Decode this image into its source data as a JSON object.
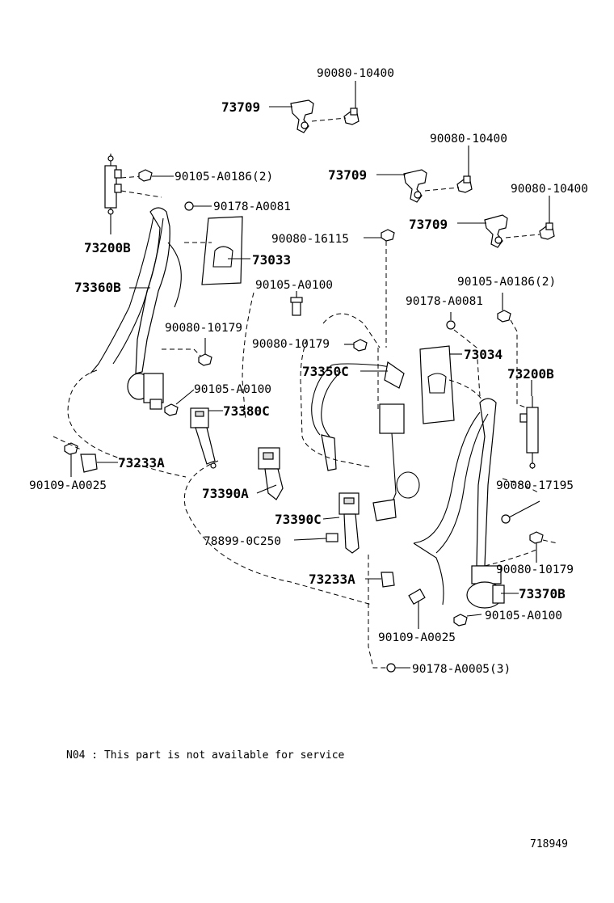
{
  "callouts": {
    "c1": "90080-10400",
    "c2": "73709",
    "c3": "90080-10400",
    "c4": "73709",
    "c5": "90080-10400",
    "c6": "73709",
    "c7": "90105-A0186(2)",
    "c8": "90178-A0081",
    "c9": "73200B",
    "c10": "90080-16115",
    "c11": "73033",
    "c12": "73360B",
    "c13": "90105-A0100",
    "c14": "90105-A0186(2)",
    "c15": "90178-A0081",
    "c16": "90080-10179",
    "c17": "90080-10179",
    "c18": "73034",
    "c19": "73350C",
    "c20": "73200B",
    "c21": "90105-A0100",
    "c22": "73380C",
    "c23": "73233A",
    "c24": "90109-A0025",
    "c25": "73390A",
    "c26": "90080-17195",
    "c27": "73390C",
    "c28": "78899-0C250",
    "c29": "90080-10179",
    "c30": "73233A",
    "c31": "73370B",
    "c32": "90105-A0100",
    "c33": "90109-A0025",
    "c34": "90178-A0005(3)"
  },
  "footnote": "N04 : This part is not available for service",
  "diagram_id": "718949"
}
